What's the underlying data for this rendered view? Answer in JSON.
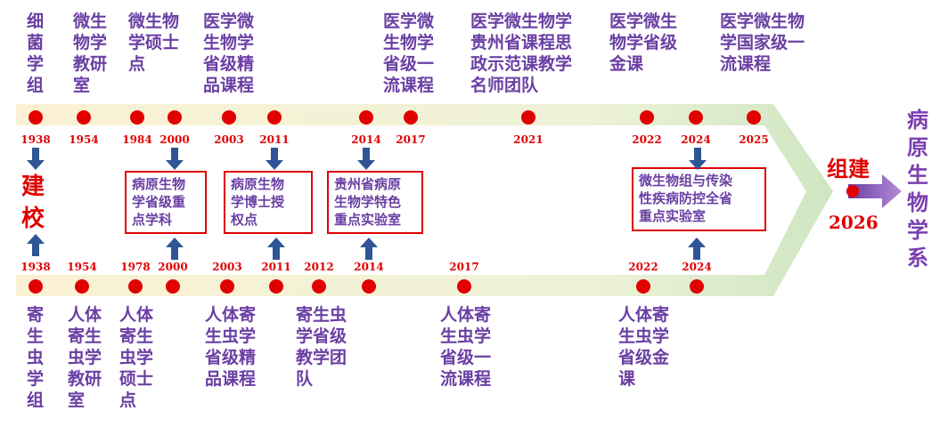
{
  "top_track": {
    "labels": [
      {
        "text": "细\n菌\n学\n组"
      },
      {
        "text": "微生\n物学\n教研\n室"
      },
      {
        "text": "微生物\n学硕士\n点"
      },
      {
        "text": "医学微\n生物学\n省级精\n品课程"
      },
      {
        "text": "医学微\n生物学\n省级一\n流课程"
      },
      {
        "text": "医学微生物学\n贵州省课程思\n政示范课教学\n名师团队"
      },
      {
        "text": "医学微生\n物学省级\n金课"
      },
      {
        "text": "医学微生物\n学国家级一\n流课程"
      }
    ],
    "years": [
      "1938",
      "1954",
      "1984",
      "2000",
      "2003",
      "2011",
      "2014",
      "2017",
      "2021",
      "2022",
      "2024",
      "2025"
    ]
  },
  "bottom_track": {
    "labels": [
      {
        "text": "寄\n生\n虫\n学\n组"
      },
      {
        "text": "人体\n寄生\n虫学\n教研\n室"
      },
      {
        "text": "人体\n寄生\n虫学\n硕士\n点"
      },
      {
        "text": "人体寄\n生虫学\n省级精\n品课程"
      },
      {
        "text": "寄生虫\n学省级\n教学团\n队"
      },
      {
        "text": "人体寄\n生虫学\n省级一\n流课程"
      },
      {
        "text": "人体寄\n生虫学\n省级金\n课"
      }
    ],
    "years": [
      "1938",
      "1954",
      "1978",
      "2000",
      "2003",
      "2011",
      "2012",
      "2014",
      "2017",
      "2022",
      "2024"
    ]
  },
  "milestones": [
    {
      "text": "病原生物\n学省级重\n点学科"
    },
    {
      "text": "病原生物\n学博士授\n权点"
    },
    {
      "text": "贵州省病原\n生物学特色\n重点实验室"
    },
    {
      "text": "微生物组与传染\n性疾病防控全省\n重点实验室"
    }
  ],
  "founding": {
    "text": "建\n校"
  },
  "merge": {
    "label": "组建",
    "year": "2026"
  },
  "result": {
    "text": "病\n原\n生\n物\n学\n系"
  },
  "colors": {
    "track_start": "#f8ecc8",
    "track_end": "#d6ebc8",
    "dot": "#e00000",
    "arrow": "#2f5597",
    "text": "#6a3fa3"
  }
}
